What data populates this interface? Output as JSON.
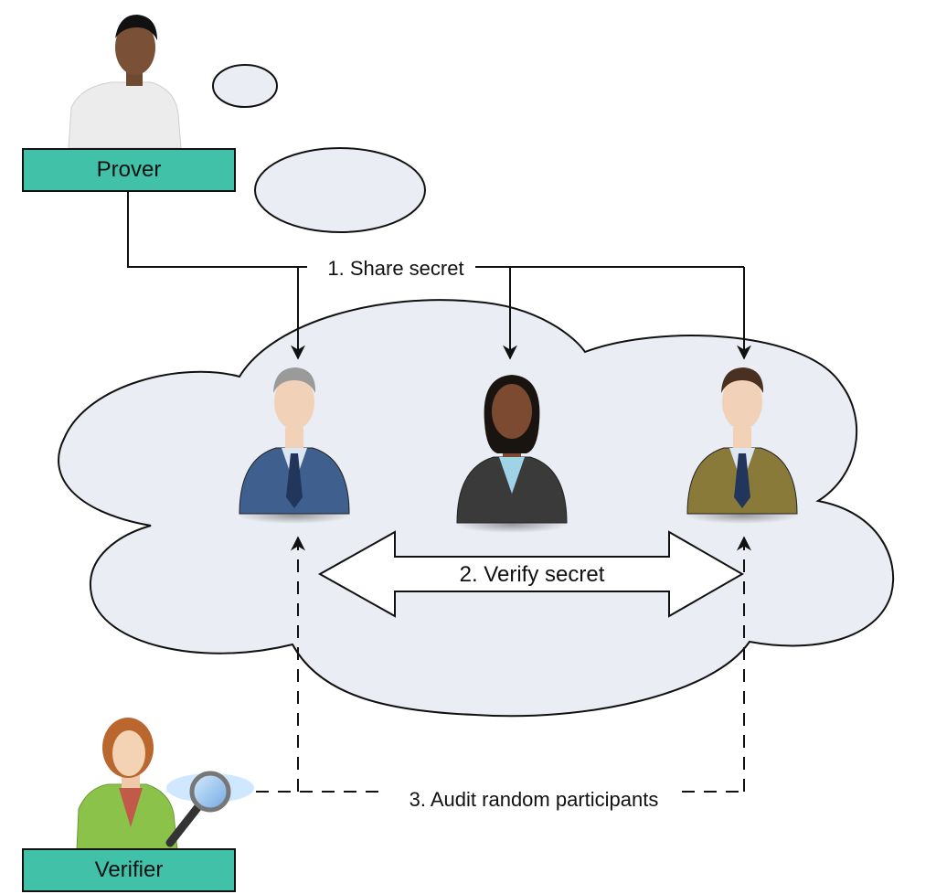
{
  "roles": {
    "prover": "Prover",
    "verifier": "Verifier"
  },
  "steps": {
    "share": "1. Share secret",
    "verify": "2. Verify secret",
    "audit": "3. Audit random participants"
  },
  "participants": [
    {
      "name": "participant-older-man",
      "suit": "#3f5f8e",
      "hair": "#9a9a9a"
    },
    {
      "name": "participant-woman",
      "suit": "#3a3a3a",
      "hair": "#1a1410"
    },
    {
      "name": "participant-man",
      "suit": "#8a7a3a",
      "hair": "#4a3020"
    }
  ],
  "colors": {
    "cloud_fill": "#eaedf3",
    "role_box": "#40c1a8",
    "line": "#111111"
  }
}
